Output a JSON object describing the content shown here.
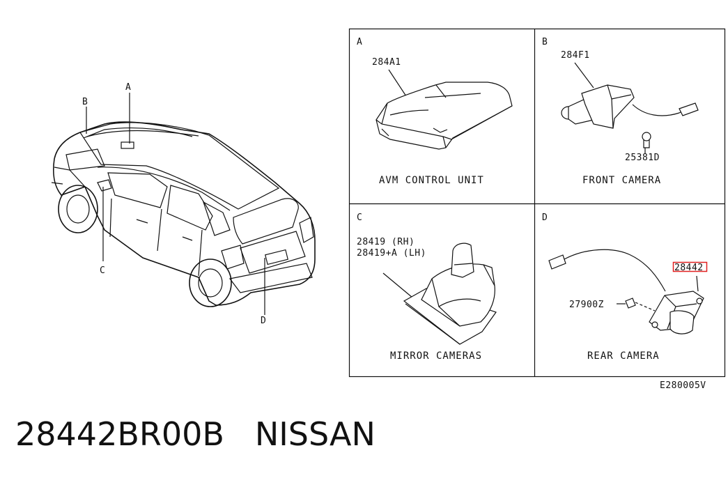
{
  "car_callouts": {
    "A": "A",
    "B": "B",
    "C": "C",
    "D": "D"
  },
  "panels": [
    {
      "letter": "A",
      "part": "284A1",
      "caption": "AVM CONTROL UNIT"
    },
    {
      "letter": "B",
      "part": "284F1",
      "part2": "25381D",
      "caption": "FRONT CAMERA"
    },
    {
      "letter": "C",
      "part": "28419 (RH)",
      "part2": "28419+A (LH)",
      "caption": "MIRROR CAMERAS"
    },
    {
      "letter": "D",
      "part": "28442",
      "part2": "27900Z",
      "caption": "REAR CAMERA"
    }
  ],
  "diagram_ref": "E280005V",
  "footer": {
    "part_number": "28442BR00B",
    "brand": "NISSAN"
  },
  "highlight_color": "#e02020"
}
